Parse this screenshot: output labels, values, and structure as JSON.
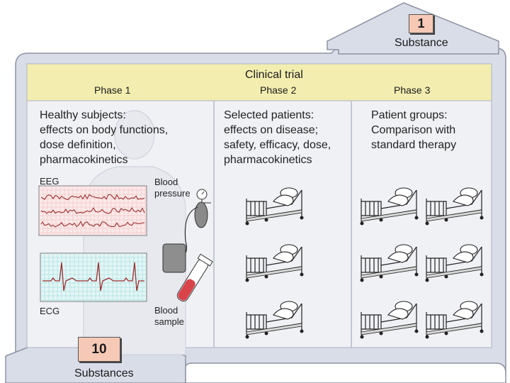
{
  "top_house": {
    "number": "1",
    "label": "Substance"
  },
  "bottom_house": {
    "number": "10",
    "label": "Substances"
  },
  "trial": {
    "title": "Clinical trial",
    "phases": [
      "Phase 1",
      "Phase 2",
      "Phase 3"
    ]
  },
  "phase1": {
    "description": "Healthy subjects:\neffects on body functions,\ndose definition,\npharmacokinetics",
    "eeg_label": "EEG",
    "ecg_label": "ECG",
    "bp_label": "Blood\npressure",
    "sample_label": "Blood\nsample"
  },
  "phase2": {
    "description": "Selected patients:\neffects on disease;\nsafety, efficacy, dose,\npharmacokinetics",
    "beds": 3
  },
  "phase3": {
    "description": "Patient groups:\nComparison with\nstandard therapy",
    "beds": 6
  },
  "colors": {
    "house_fill": "#d9dde8",
    "panel_fill": "#f0f1f5",
    "header_fill": "#f3eeb0",
    "number_fill": "#f6c9b6",
    "wave_red": "#9a2f2f",
    "grid_pink": "#f1c7c7",
    "grid_cyan": "#a9dfe0",
    "tube_red": "#d9434a"
  }
}
